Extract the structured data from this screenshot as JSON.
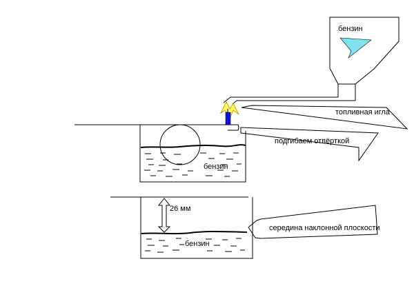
{
  "labels": {
    "tank_fuel": "бензин",
    "fuel_needle": "топливная игла",
    "bend_with_screwdriver": "подгибаем отвёрткой",
    "chamber_fuel_top": "бензин",
    "level_distance": "26 мм",
    "inclined_plane_middle": "середина наклонной плоскости",
    "chamber_fuel_bottom": "бензин"
  },
  "colors": {
    "fuel": "#7fe3f0",
    "needle_body": "#ffff66",
    "needle_outline": "#c8a000",
    "needle_core": "#1010e0",
    "line": "#000000"
  }
}
